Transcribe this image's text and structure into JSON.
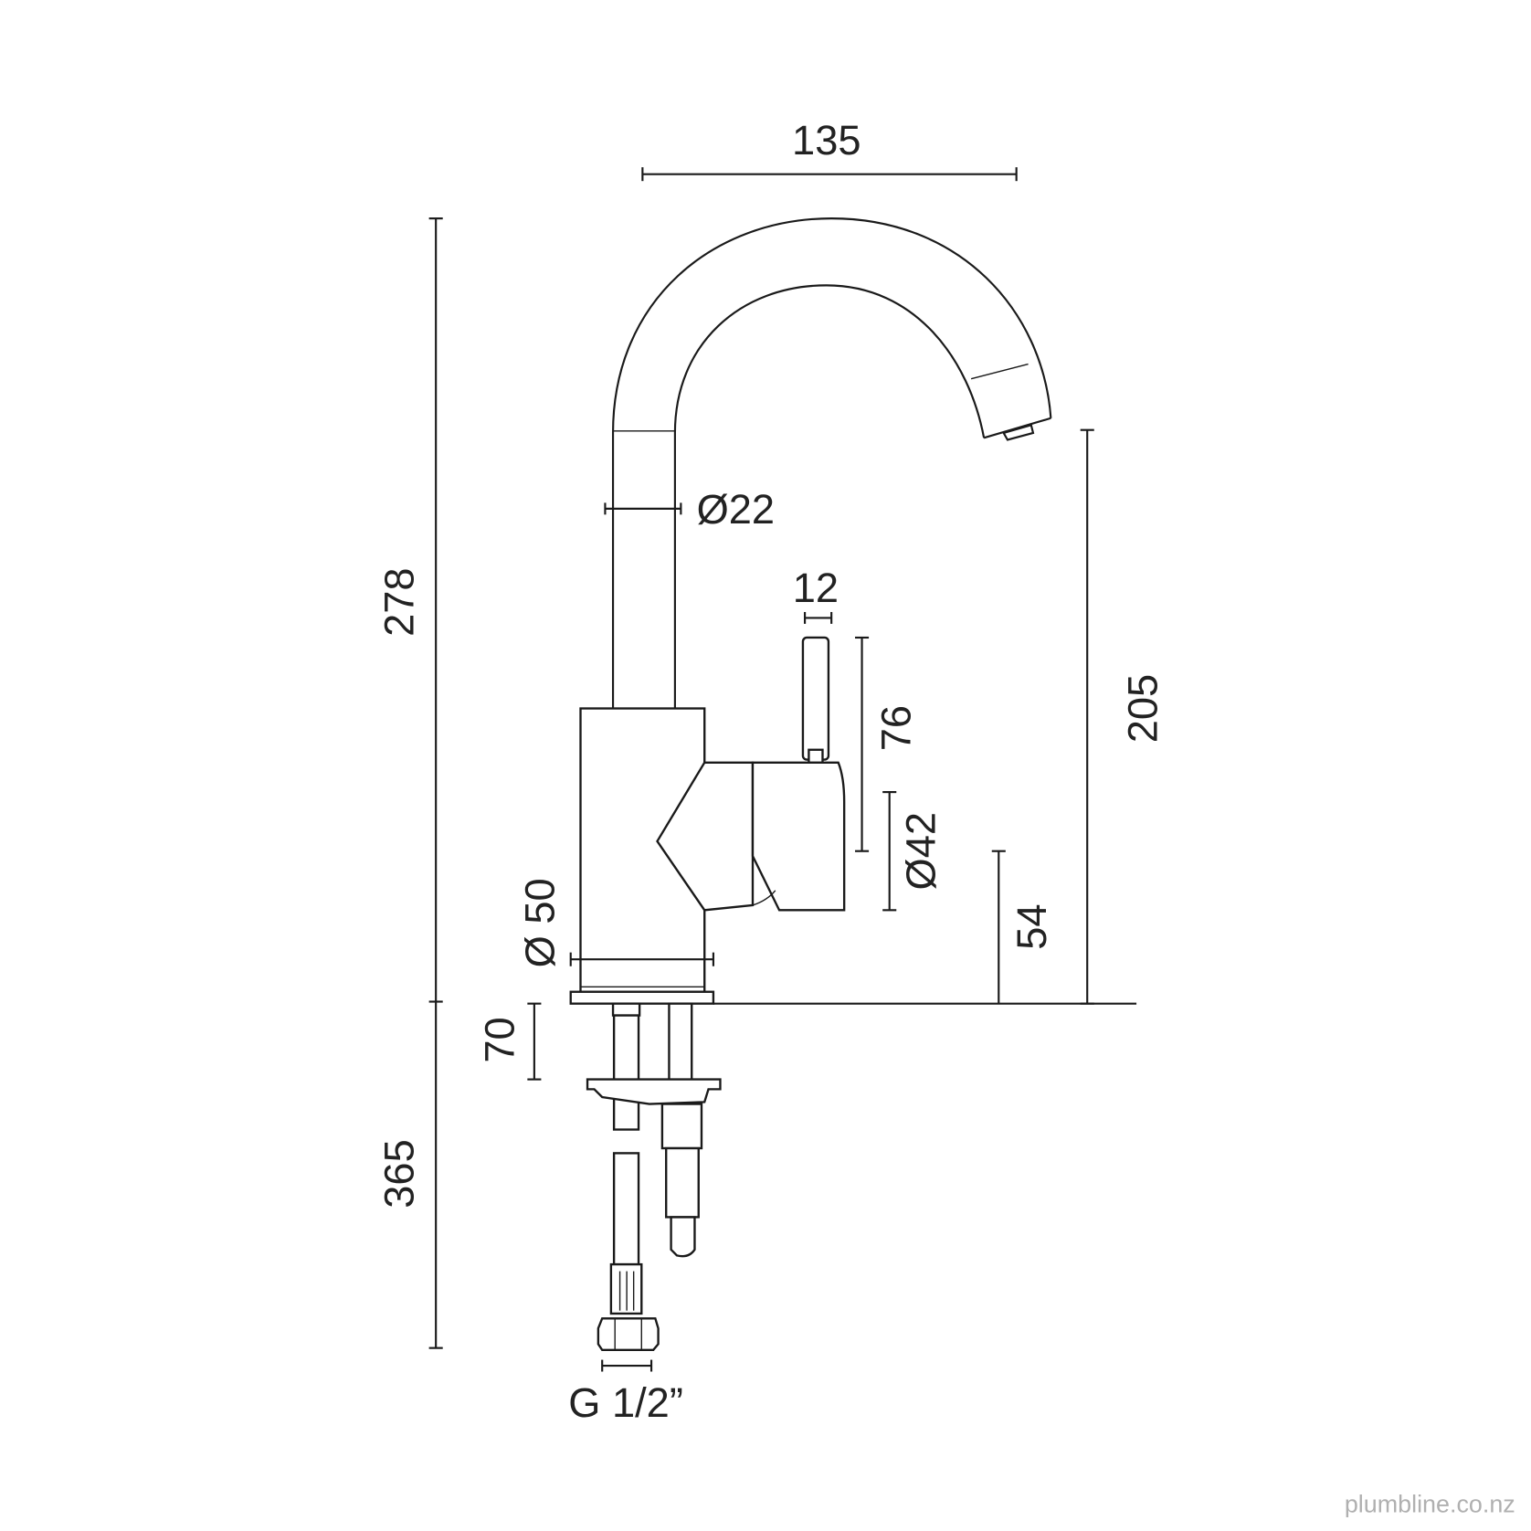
{
  "drawing": {
    "dimensions": {
      "spout_reach": "135",
      "total_height": "278",
      "spout_height": "205",
      "spout_diameter": "Ø22",
      "lever_width": "12",
      "lever_height": "76",
      "handle_diameter": "Ø42",
      "handle_height": "54",
      "body_diameter": "Ø 50",
      "max_deck_thickness": "70",
      "hose_length": "365",
      "connection": "G 1/2”"
    },
    "line_color": "#1a1a1a"
  },
  "watermark": "plumbline.co.nz"
}
